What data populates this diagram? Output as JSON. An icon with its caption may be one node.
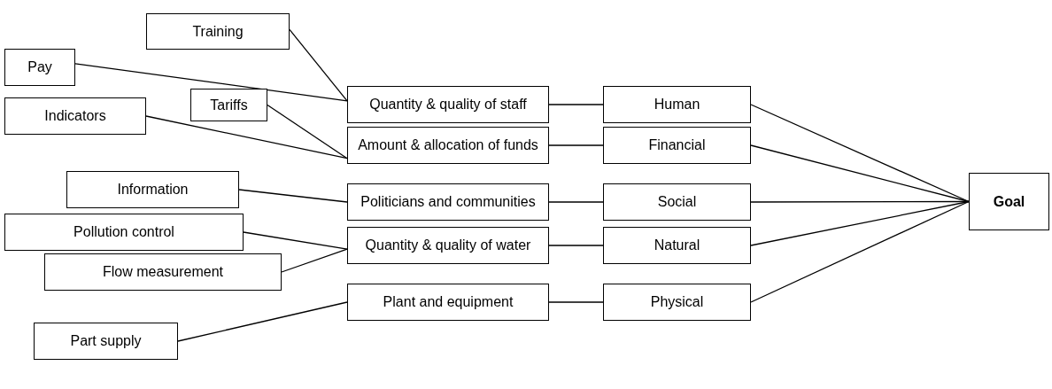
{
  "diagram": {
    "nodes": [
      {
        "text": [
          "Training"
        ]
      },
      {
        "text": [
          "Pay"
        ]
      },
      {
        "text": [
          "Tariffs"
        ]
      },
      {
        "text": [
          "Indicators"
        ]
      },
      {
        "text": [
          "Information"
        ]
      },
      {
        "text": [
          "Pollution control"
        ]
      },
      {
        "text": [
          "Flow measurement"
        ]
      },
      {
        "text": [
          "Part supply"
        ]
      },
      {
        "text": [
          "Quantity & quality of staff"
        ]
      },
      {
        "text": [
          "Amount & allocation of funds"
        ]
      },
      {
        "text": [
          "Politicians and communities"
        ]
      },
      {
        "text": [
          "Quantity & quality of water"
        ]
      },
      {
        "text": [
          "Plant and equipment"
        ]
      },
      {
        "text": [
          "Human"
        ]
      },
      {
        "text": [
          "Financial"
        ]
      },
      {
        "text": [
          "Social"
        ]
      },
      {
        "text": [
          "Natural"
        ]
      },
      {
        "text": [
          "Physical"
        ]
      },
      {
        "text": [
          "Goal"
        ]
      }
    ],
    "edges": [
      {
        "from": 0,
        "to": 8,
        "arrow": "none"
      },
      {
        "from": 1,
        "to": 8,
        "arrow": "none"
      },
      {
        "from": 2,
        "to": 9,
        "arrow": "none"
      },
      {
        "from": 3,
        "to": 9,
        "arrow": "none"
      },
      {
        "from": 4,
        "to": 10,
        "arrow": "none"
      },
      {
        "from": 5,
        "to": 11,
        "arrow": "none"
      },
      {
        "from": 6,
        "to": 11,
        "arrow": "none"
      },
      {
        "from": 7,
        "to": 12,
        "arrow": "none"
      },
      {
        "from": 8,
        "to": 13,
        "arrow": "none"
      },
      {
        "from": 9,
        "to": 14,
        "arrow": "none"
      },
      {
        "from": 10,
        "to": 15,
        "arrow": "none"
      },
      {
        "from": 11,
        "to": 16,
        "arrow": "none"
      },
      {
        "from": 12,
        "to": 17,
        "arrow": "none"
      },
      {
        "from": 13,
        "to": 18,
        "arrow": "none"
      },
      {
        "from": 14,
        "to": 18,
        "arrow": "none"
      },
      {
        "from": 15,
        "to": 18,
        "arrow": "none"
      },
      {
        "from": 16,
        "to": 18,
        "arrow": "none"
      },
      {
        "from": 17,
        "to": 18,
        "arrow": "none"
      }
    ]
  }
}
